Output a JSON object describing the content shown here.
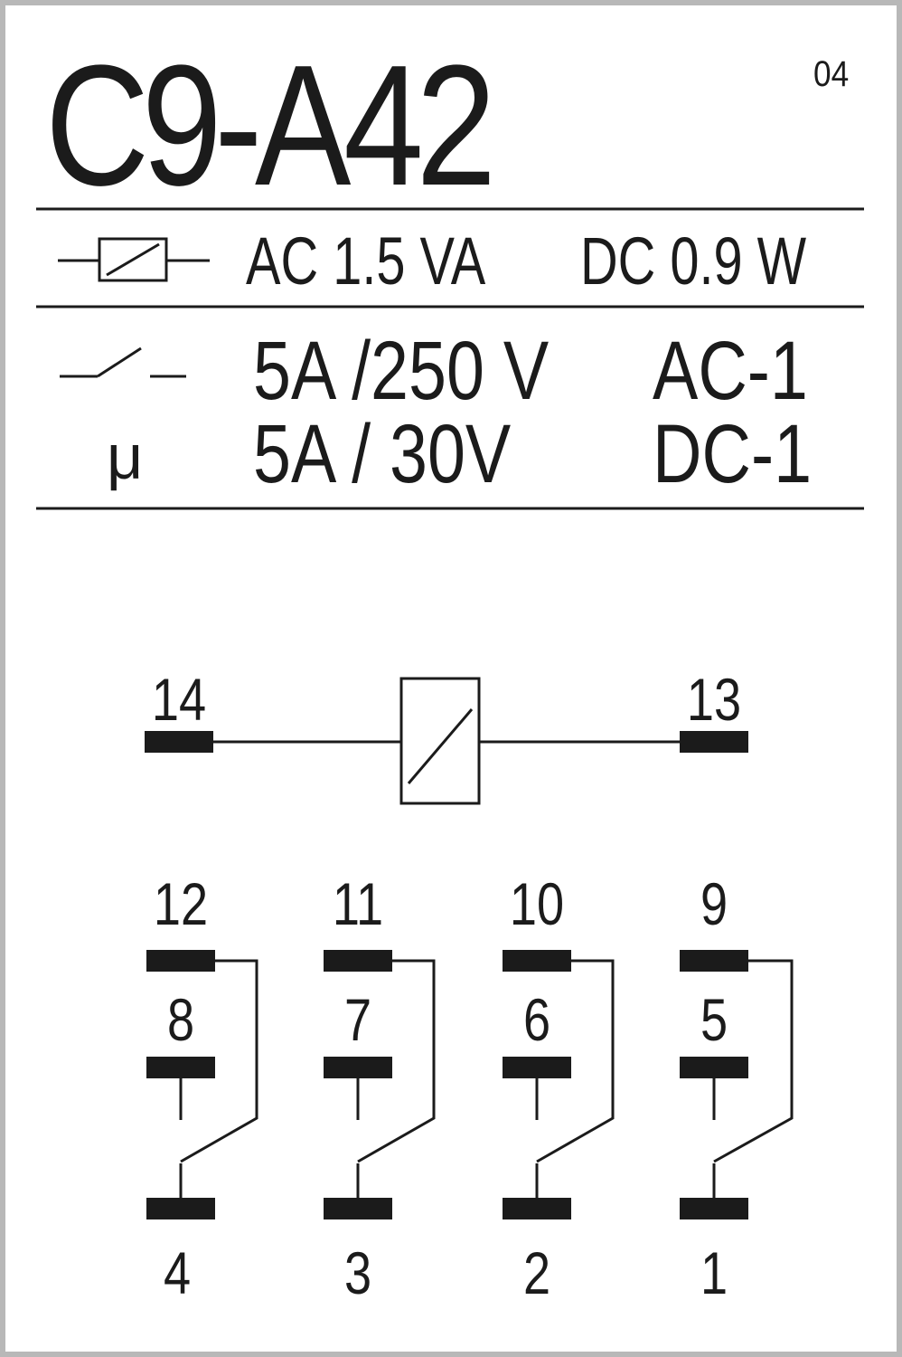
{
  "title": "C9-A42",
  "badge": "04",
  "coil": {
    "ac": "AC 1.5 VA",
    "dc": "DC 0.9 W",
    "symbol_icon": "relay-coil-icon"
  },
  "contacts": [
    {
      "symbol_icon": "switch-contact-icon",
      "rating": "5A /250 V",
      "category": "AC-1"
    },
    {
      "symbol": "μ",
      "rating": "5A / 30V",
      "category": "DC-1"
    }
  ],
  "diagram": {
    "coil_terminals": {
      "left": "14",
      "right": "13"
    },
    "poles": [
      {
        "no": "12",
        "nc": "8",
        "com": "4"
      },
      {
        "no": "11",
        "nc": "7",
        "com": "3"
      },
      {
        "no": "10",
        "nc": "6",
        "com": "2"
      },
      {
        "no": "9",
        "nc": "5",
        "com": "1"
      }
    ]
  },
  "colors": {
    "ink": "#1b1b1b",
    "frame": "#b8b8b8",
    "background": "#ffffff"
  }
}
